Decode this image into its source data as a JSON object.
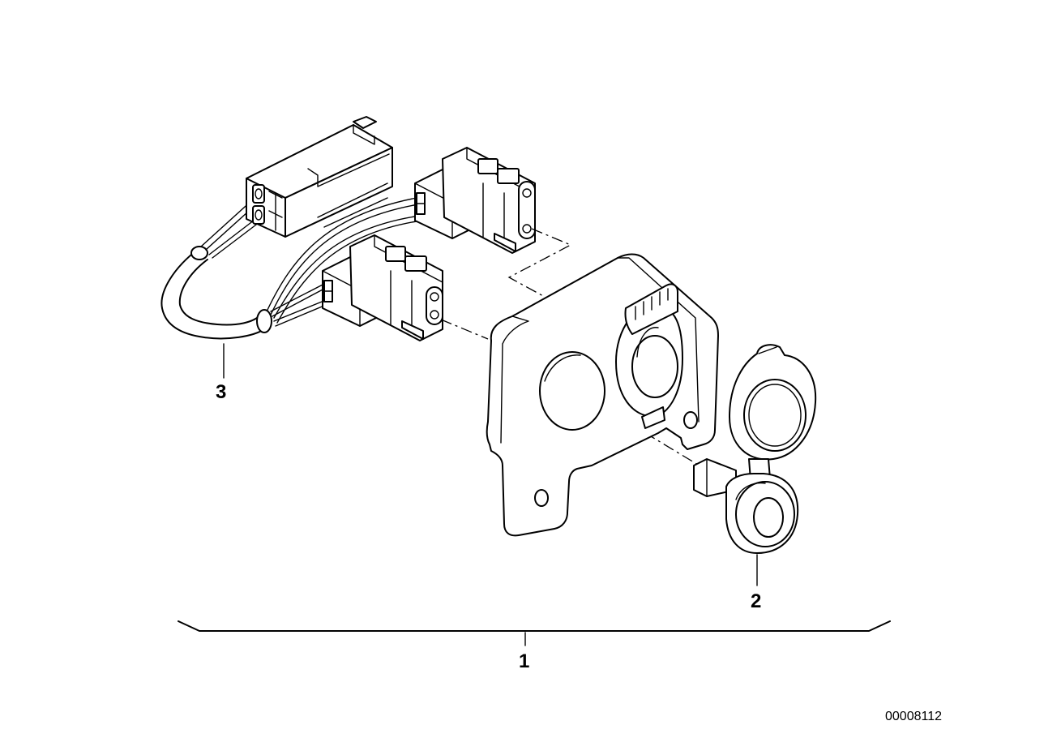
{
  "diagram": {
    "part_labels": [
      {
        "id": "callout-1",
        "text": "1"
      },
      {
        "id": "callout-2",
        "text": "2"
      },
      {
        "id": "callout-3",
        "text": "3"
      }
    ],
    "document_number": "00008112"
  }
}
